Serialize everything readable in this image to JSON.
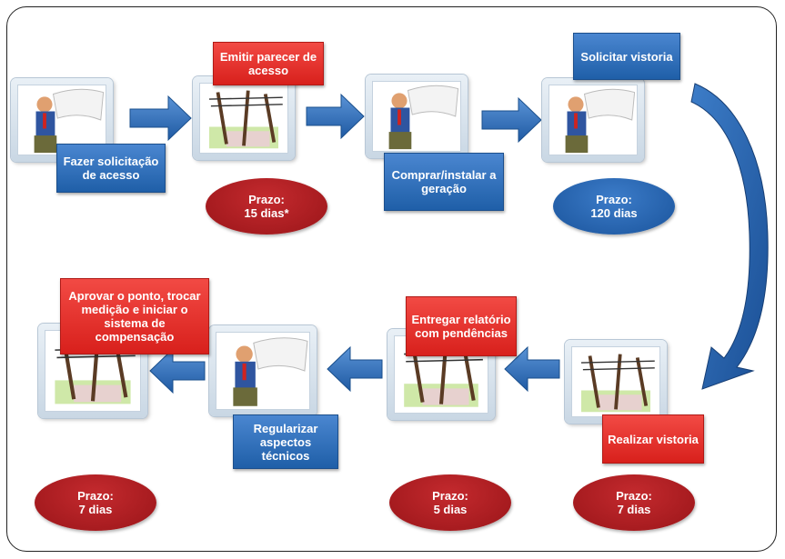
{
  "steps": {
    "s1": "Fazer solicitação de acesso",
    "s2": "Emitir parecer de acesso",
    "s3": "Comprar/instalar a geração",
    "s4": "Solicitar vistoria",
    "s5": "Realizar vistoria",
    "s6": "Entregar relatório com pendências",
    "s7": "Regularizar aspectos técnicos",
    "s8": "Aprovar o ponto, trocar medição e iniciar o sistema de compensação"
  },
  "deadlines": {
    "d1": {
      "label": "Prazo:",
      "value": "15 dias*"
    },
    "d2": {
      "label": "Prazo:",
      "value": "120 dias"
    },
    "d3": {
      "label": "Prazo:",
      "value": "7 dias"
    },
    "d4": {
      "label": "Prazo:",
      "value": "5 dias"
    },
    "d5": {
      "label": "Prazo:",
      "value": "7 dias"
    }
  },
  "colors": {
    "blue_box": "#1f5fa8",
    "red_box": "#d8201c",
    "ellipse_red": "#9a1519",
    "ellipse_blue": "#1a549c",
    "arrow": "#2f6db5"
  },
  "icons": [
    "person-icon",
    "power-pole-icon"
  ]
}
